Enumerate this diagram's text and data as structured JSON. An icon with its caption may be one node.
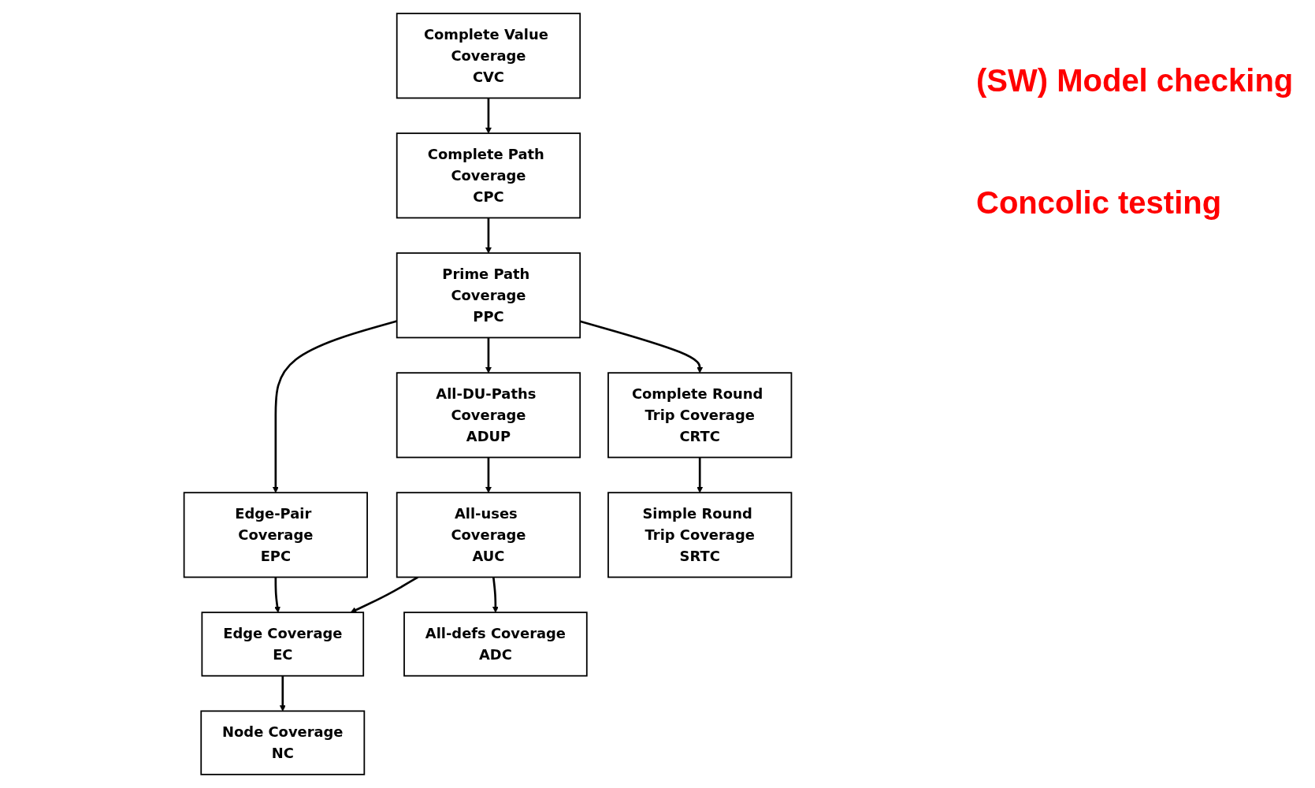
{
  "diagram": {
    "nodes": [
      {
        "text": [
          "Complete Value Coverage",
          "CVC"
        ]
      },
      {
        "text": [
          "Complete Path Coverage",
          "CPC"
        ]
      },
      {
        "text": [
          "Prime Path Coverage",
          "PPC"
        ]
      },
      {
        "text": [
          "All-DU-Paths Coverage",
          "ADUP"
        ]
      },
      {
        "text": [
          "Edge-Pair Coverage",
          "EPC"
        ]
      },
      {
        "text": [
          "Complete Round Trip Coverage",
          "CRTC"
        ]
      },
      {
        "text": [
          "All-uses Coverage",
          "AUC"
        ]
      },
      {
        "text": [
          "Edge Coverage",
          "EC"
        ]
      },
      {
        "text": [
          "All-defs Coverage",
          "ADC"
        ]
      },
      {
        "text": [
          "Node Coverage",
          "NC"
        ]
      },
      {
        "text": [
          "Simple Round Trip Coverage",
          "SRTC"
        ]
      }
    ],
    "edges": [
      {
        "from": 0,
        "to": 1,
        "arrow": "to"
      },
      {
        "from": 1,
        "to": 2,
        "arrow": "to"
      },
      {
        "from": 2,
        "to": 3,
        "arrow": "to"
      },
      {
        "from": 2,
        "to": 4,
        "arrow": "to"
      },
      {
        "from": 2,
        "to": 5,
        "arrow": "to"
      },
      {
        "from": 3,
        "to": 6,
        "arrow": "to"
      },
      {
        "from": 4,
        "to": 7,
        "arrow": "to"
      },
      {
        "from": 6,
        "to": 8,
        "arrow": "to"
      },
      {
        "from": 6,
        "to": 7,
        "arrow": "to"
      },
      {
        "from": 7,
        "to": 9,
        "arrow": "to"
      },
      {
        "from": 5,
        "to": 10,
        "arrow": "to"
      }
    ],
    "labels": [
      "(SW) Model checking",
      "Concolic testing"
    ]
  }
}
